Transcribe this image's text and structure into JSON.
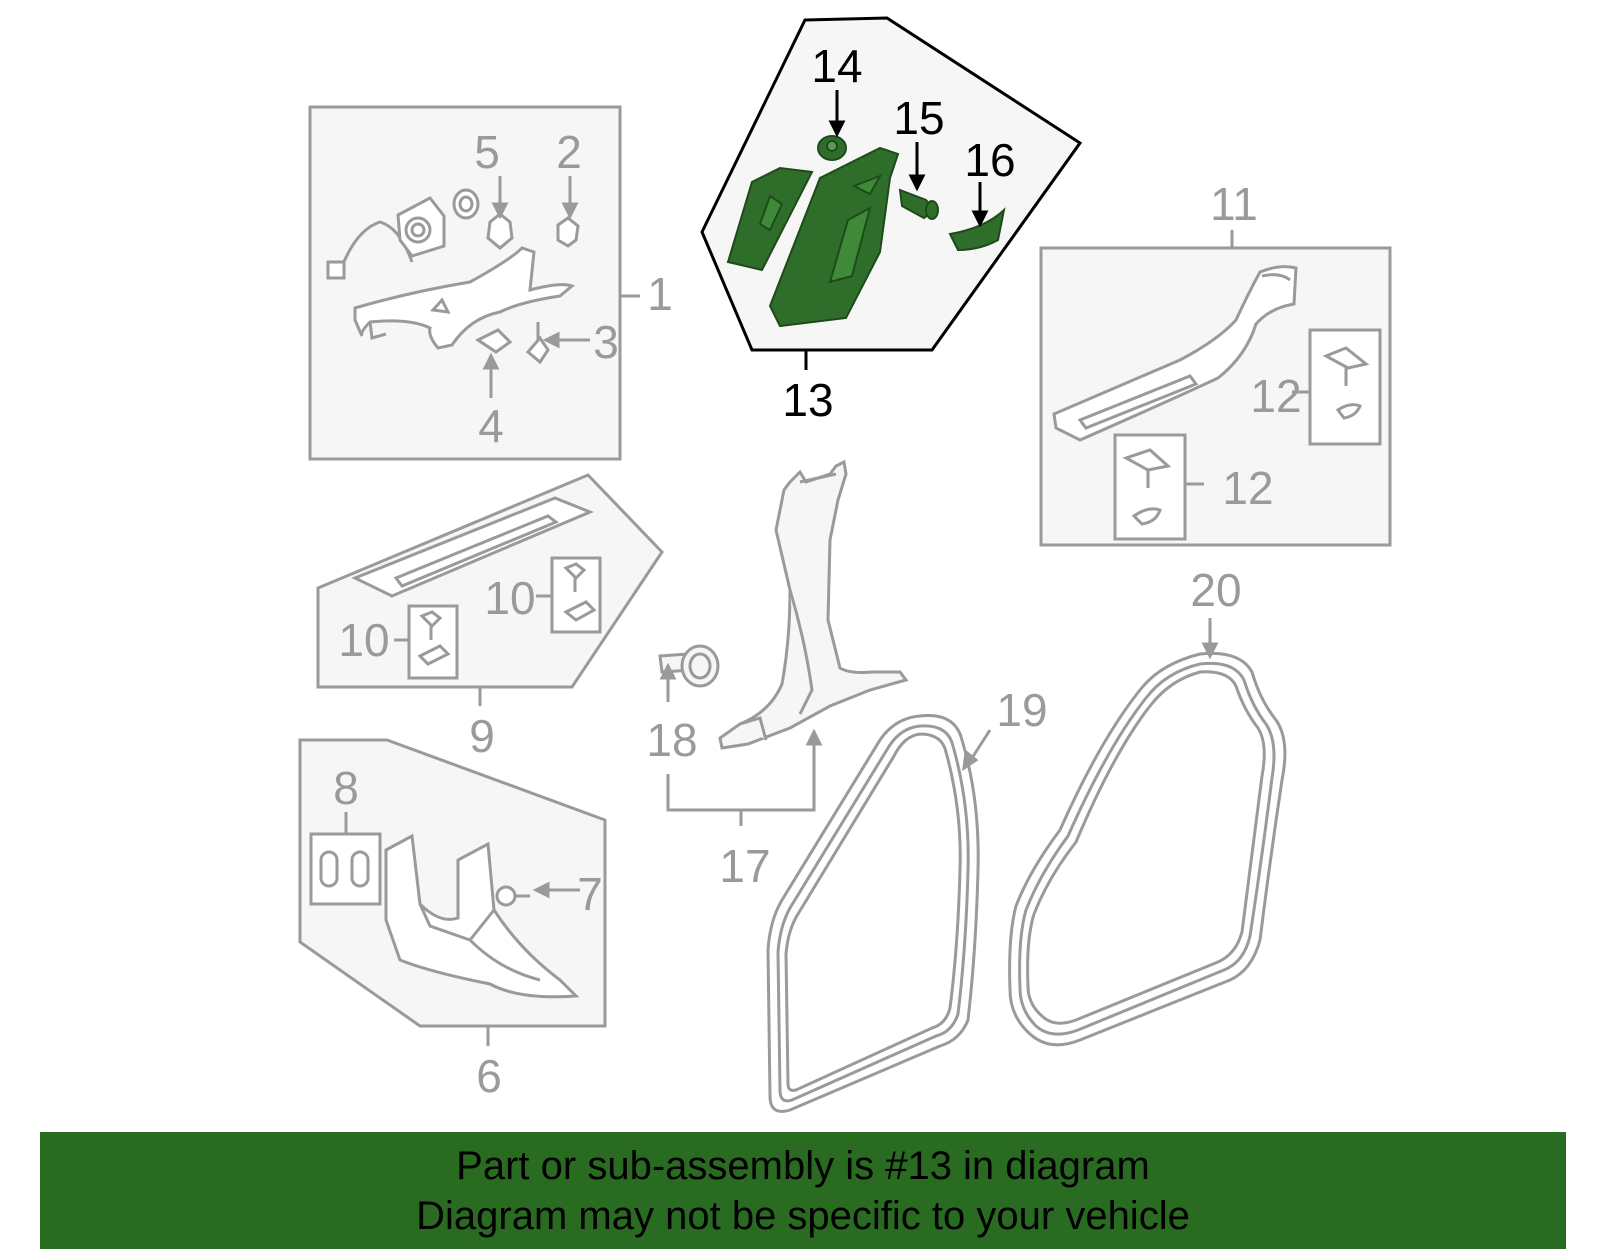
{
  "callouts": {
    "c1": "1",
    "c2": "2",
    "c3": "3",
    "c4": "4",
    "c5": "5",
    "c6": "6",
    "c7": "7",
    "c8": "8",
    "c9": "9",
    "c10a": "10",
    "c10b": "10",
    "c11": "11",
    "c12a": "12",
    "c12b": "12",
    "c13": "13",
    "c14": "14",
    "c15": "15",
    "c16": "16",
    "c17": "17",
    "c18": "18",
    "c19": "19",
    "c20": "20"
  },
  "banner": {
    "line1": "Part or sub-assembly is #13 in diagram",
    "line2": "Diagram may not be specific to your vehicle"
  },
  "colors": {
    "highlight_part": "#2f6e2a",
    "banner_background": "#2a6b22",
    "grey_lines": "#9a9a9a",
    "panel_fill": "#f6f6f6"
  }
}
